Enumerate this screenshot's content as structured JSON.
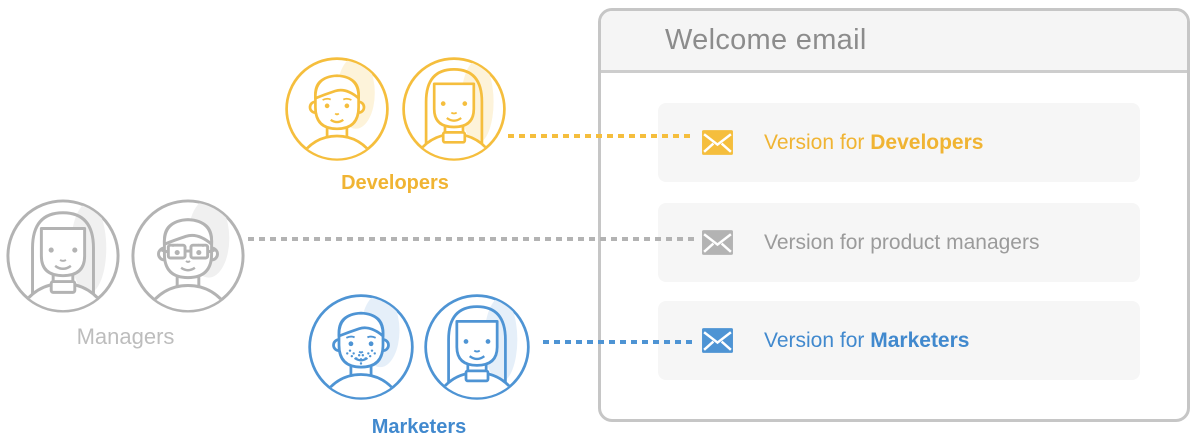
{
  "colors": {
    "yellow": "#F5BE3D",
    "yellow_light": "#FDF3DA",
    "yellow_text": "#F0B433",
    "gray": "#B3B3B3",
    "gray_light": "#F0F0F0",
    "gray_text": "#9B9B9B",
    "blue": "#4E94D4",
    "blue_light": "#E5EFF9",
    "blue_text": "#4189CE",
    "row_bg": "#F6F6F6",
    "card_border": "#C6C6C6",
    "card_header_bg": "#F5F5F5",
    "header_border": "#CDCDCD",
    "title_text": "#8C8C8C",
    "managers_label": "#BDBDBD"
  },
  "card": {
    "title": "Welcome email",
    "rows": [
      {
        "prefix": "Version for ",
        "emphasis": "Developers"
      },
      {
        "prefix": "Version for product managers",
        "emphasis": ""
      },
      {
        "prefix": "Version for ",
        "emphasis": "Marketers"
      }
    ]
  },
  "groups": {
    "developers": {
      "label": "Developers"
    },
    "managers": {
      "label": "Managers"
    },
    "marketers": {
      "label": "Marketers"
    }
  }
}
